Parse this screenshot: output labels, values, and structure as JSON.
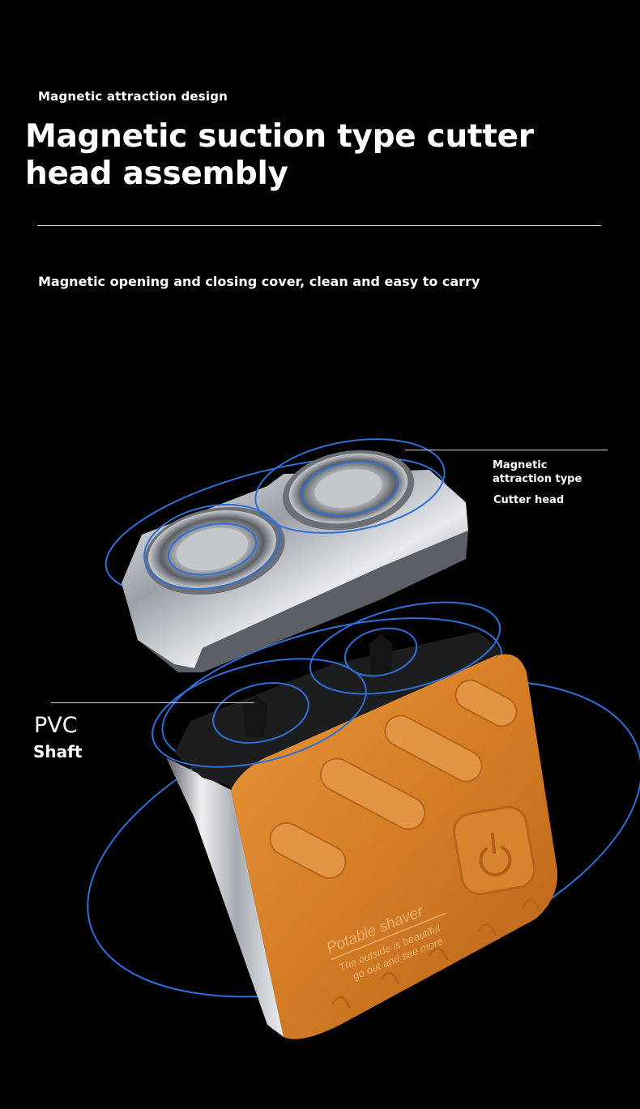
{
  "header": {
    "kicker": "Magnetic attraction design",
    "headline": "Magnetic suction type cutter head assembly",
    "subtitle": "Magnetic opening and closing cover, clean and easy to carry"
  },
  "callouts": {
    "cutter_head_line1": "Magnetic",
    "cutter_head_line2": "attraction type",
    "cutter_head_line3": "Cutter head",
    "pvc": "PVC",
    "shaft": "Shaft"
  },
  "product": {
    "brand_text": "Potable shaver",
    "tagline_line1": "The outside is beautiful",
    "tagline_line2": "go out and see more",
    "body_color": "#d9822b",
    "chrome_color": "#c9ccd1",
    "ring_color": "#2f6fd6",
    "icons": [
      "power-icon",
      "cutter-head-icon",
      "shaft-icon"
    ]
  }
}
